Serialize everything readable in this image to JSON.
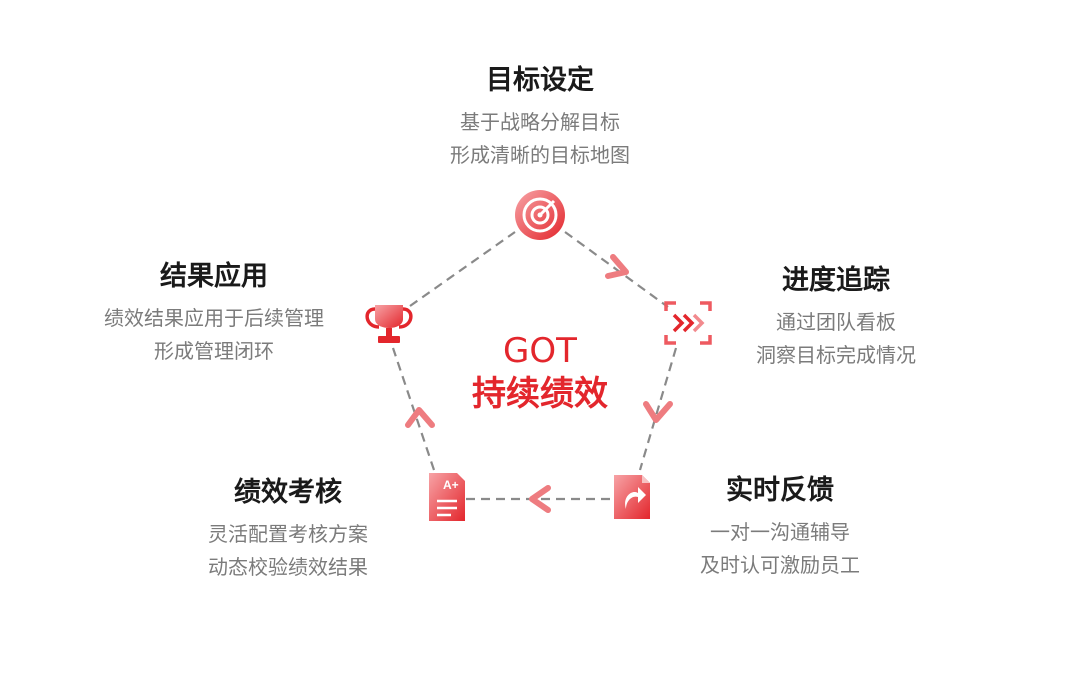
{
  "center": {
    "line1": "GOT",
    "line2": "持续绩效"
  },
  "stages": [
    {
      "title": "目标设定",
      "desc_lines": [
        "基于战略分解目标",
        "形成清晰的目标地图"
      ],
      "icon": "target-icon"
    },
    {
      "title": "进度追踪",
      "desc_lines": [
        "通过团队看板",
        "洞察目标完成情况"
      ],
      "icon": "fast-forward-icon"
    },
    {
      "title": "实时反馈",
      "desc_lines": [
        "一对一沟通辅导",
        "及时认可激励员工"
      ],
      "icon": "feedback-document-icon"
    },
    {
      "title": "绩效考核",
      "desc_lines": [
        "灵活配置考核方案",
        "动态校验绩效结果"
      ],
      "icon": "graded-document-icon"
    },
    {
      "title": "结果应用",
      "desc_lines": [
        "绩效结果应用于后续管理",
        "形成管理闭环"
      ],
      "icon": "trophy-icon"
    }
  ],
  "colors": {
    "accent": "#e3262c",
    "accent_light": "#f7a3a6",
    "edge": "#8a8a8a",
    "title": "#1a1a1a",
    "desc": "#7b7b7b"
  }
}
